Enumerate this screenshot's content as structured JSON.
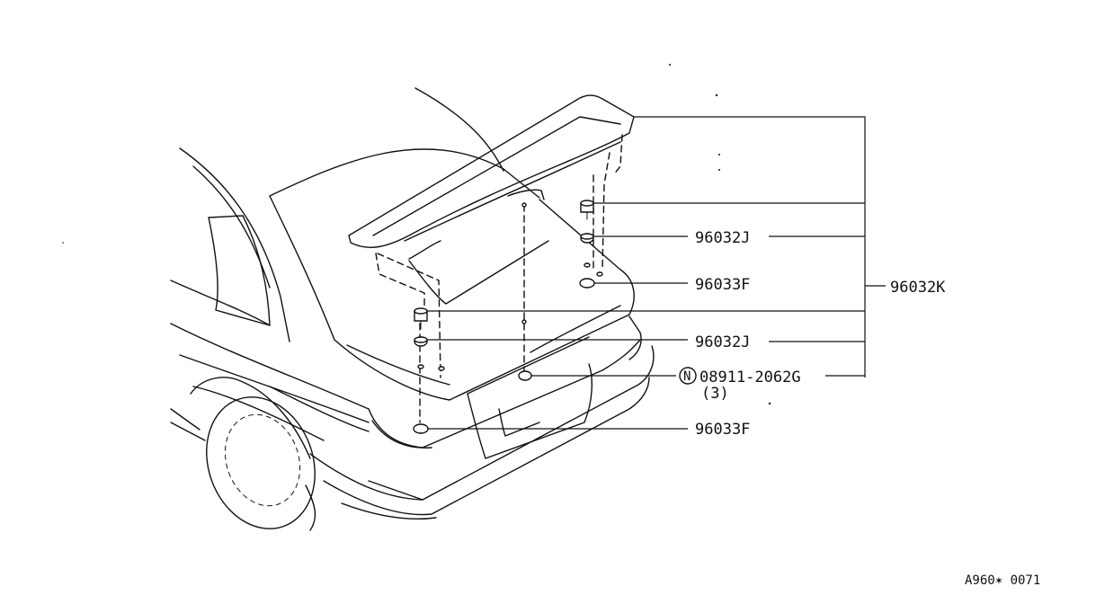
{
  "labels": {
    "part_96032J_top": "96032J",
    "part_96033F_top": "96033F",
    "part_96032K": "96032K",
    "part_96032J_bottom": "96032J",
    "nut_symbol": "N",
    "part_08911": "08911-2062G",
    "qty_08911": "(3)",
    "part_96033F_bottom": "96033F"
  },
  "diagram_code": "A960✶ 0071"
}
